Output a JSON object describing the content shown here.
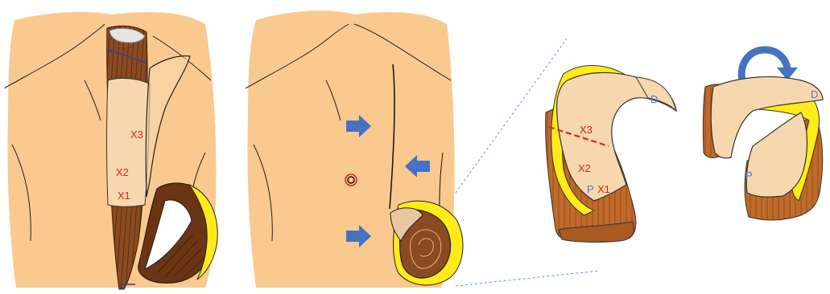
{
  "panel1": {
    "marks": {
      "x3": "X3",
      "x2": "X2",
      "x1": "X1"
    }
  },
  "panel3": {
    "labels": {
      "d": "D",
      "x3": "X3",
      "x2": "X2",
      "p": "P",
      "x1": "X1"
    }
  },
  "panel4": {
    "labels": {
      "d": "D",
      "p": "P"
    }
  },
  "colors": {
    "skin": "#f9c98f",
    "muscle": "#8a4a22",
    "flap": "#f7d8ae",
    "fat": "#ffea1a",
    "arrow": "#4472c4",
    "cut": "#e0201a"
  }
}
